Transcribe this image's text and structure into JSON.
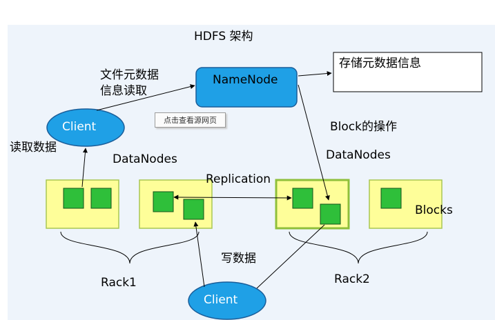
{
  "title": "HDFS 架构",
  "namenode": {
    "label": "NameNode"
  },
  "metadata_box": {
    "label": "存储元数据信息"
  },
  "client_top": {
    "label": "Client"
  },
  "client_bottom": {
    "label": "Client"
  },
  "tooltip": {
    "label": "点击查看源网页"
  },
  "labels": {
    "file_metadata_read": [
      "文件元数据",
      "信息读取"
    ],
    "read_data": "读取数据",
    "block_ops": "Block的操作",
    "datanodes_left": "DataNodes",
    "datanodes_right": "DataNodes",
    "replication": "Replication",
    "blocks": "Blocks",
    "write_data": "写数据",
    "rack1": "Rack1",
    "rack2": "Rack2"
  },
  "colors": {
    "background_panel": "#eef4fb",
    "namenode_fill": "#1fa0e6",
    "client_fill": "#1fa0e6",
    "datanode_fill": "#fefe99",
    "datanode_border": "#a8c653",
    "block_fill": "#2fbf3a",
    "block_border": "#14531a"
  }
}
